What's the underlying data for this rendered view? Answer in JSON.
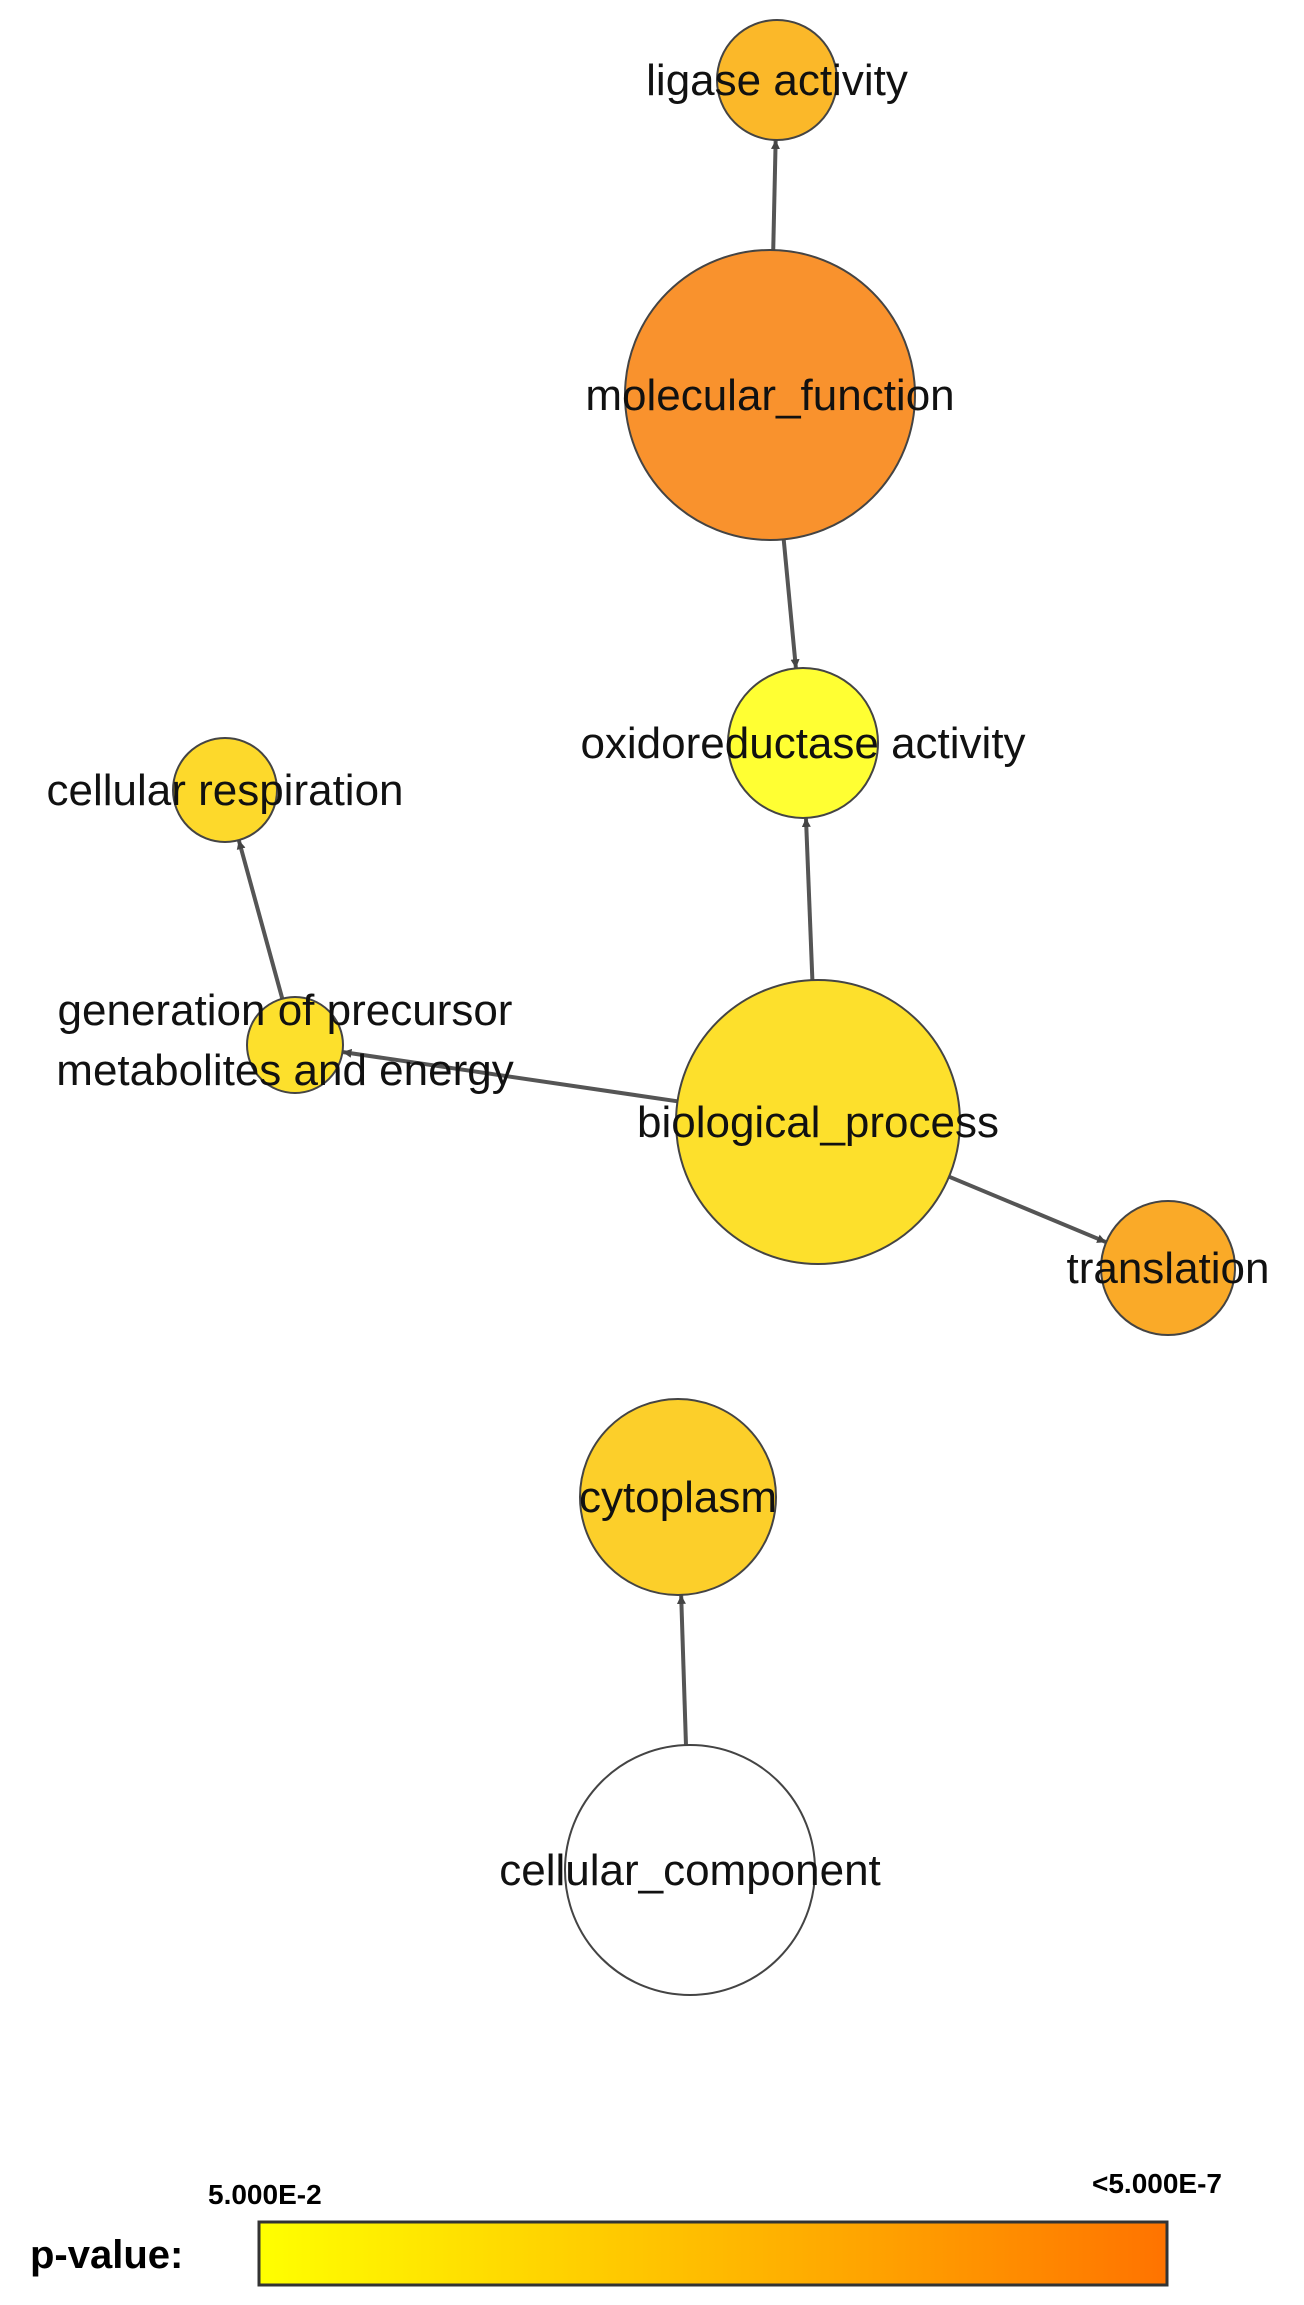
{
  "graph": {
    "nodes": [
      {
        "id": "ligase",
        "label": "ligase activity",
        "fill": "#fbb829"
      },
      {
        "id": "molecular",
        "label": "molecular_function",
        "fill": "#f9922d"
      },
      {
        "id": "oxidoreductase",
        "label": "oxidoreductase activity",
        "fill": "#ffff33"
      },
      {
        "id": "respiration",
        "label": "cellular respiration",
        "fill": "#fdd92b"
      },
      {
        "id": "generation",
        "label": [
          "generation of precursor",
          "metabolites and energy"
        ],
        "fill": "#fde02c"
      },
      {
        "id": "biological",
        "label": "biological_process",
        "fill": "#fde02c"
      },
      {
        "id": "translation",
        "label": "translation",
        "fill": "#faaa28"
      },
      {
        "id": "cytoplasm",
        "label": "cytoplasm",
        "fill": "#fccf2a"
      },
      {
        "id": "component",
        "label": "cellular_component",
        "fill": "#ffffff"
      }
    ],
    "edges": [
      {
        "from": "molecular",
        "to": "ligase"
      },
      {
        "from": "molecular",
        "to": "oxidoreductase"
      },
      {
        "from": "biological",
        "to": "oxidoreductase"
      },
      {
        "from": "biological",
        "to": "generation"
      },
      {
        "from": "generation",
        "to": "respiration"
      },
      {
        "from": "biological",
        "to": "translation"
      },
      {
        "from": "component",
        "to": "cytoplasm"
      }
    ]
  },
  "legend": {
    "title": "p-value:",
    "min_label": "5.000E-2",
    "max_label": "<5.000E-7",
    "gradient": [
      "#ffff00",
      "#ffd200",
      "#ffa500",
      "#ff7300"
    ]
  }
}
